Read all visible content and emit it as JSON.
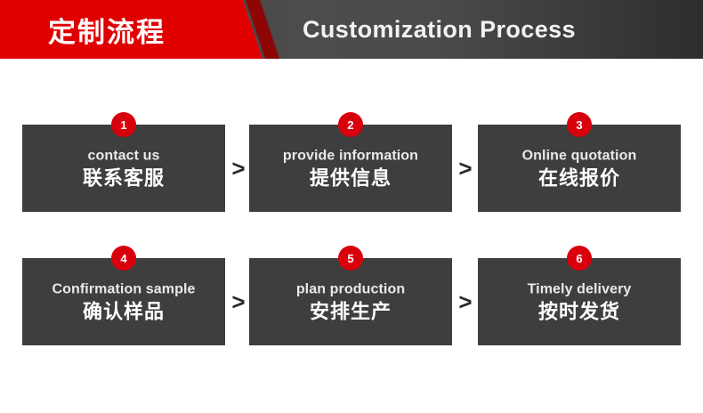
{
  "header": {
    "title_cn": "定制流程",
    "title_en": "Customization Process",
    "red": "#e00000",
    "dark_red": "#8e0506",
    "gray": "#4a4a4a"
  },
  "colors": {
    "box": "#3e3e3e",
    "badge": "#d9000d",
    "text_en": "#e9e9e9",
    "text_cn": "#ffffff",
    "chevron": "#2b2b2b",
    "background": "#ffffff"
  },
  "separator": {
    "glyph": ">"
  },
  "steps": [
    {
      "number": "1",
      "en": "contact us",
      "cn": "联系客服"
    },
    {
      "number": "2",
      "en": "provide information",
      "cn": "提供信息"
    },
    {
      "number": "3",
      "en": "Online quotation",
      "cn": "在线报价"
    },
    {
      "number": "4",
      "en": "Confirmation sample",
      "cn": "确认样品"
    },
    {
      "number": "5",
      "en": "plan production",
      "cn": "安排生产"
    },
    {
      "number": "6",
      "en": "Timely delivery",
      "cn": "按时发货"
    }
  ]
}
